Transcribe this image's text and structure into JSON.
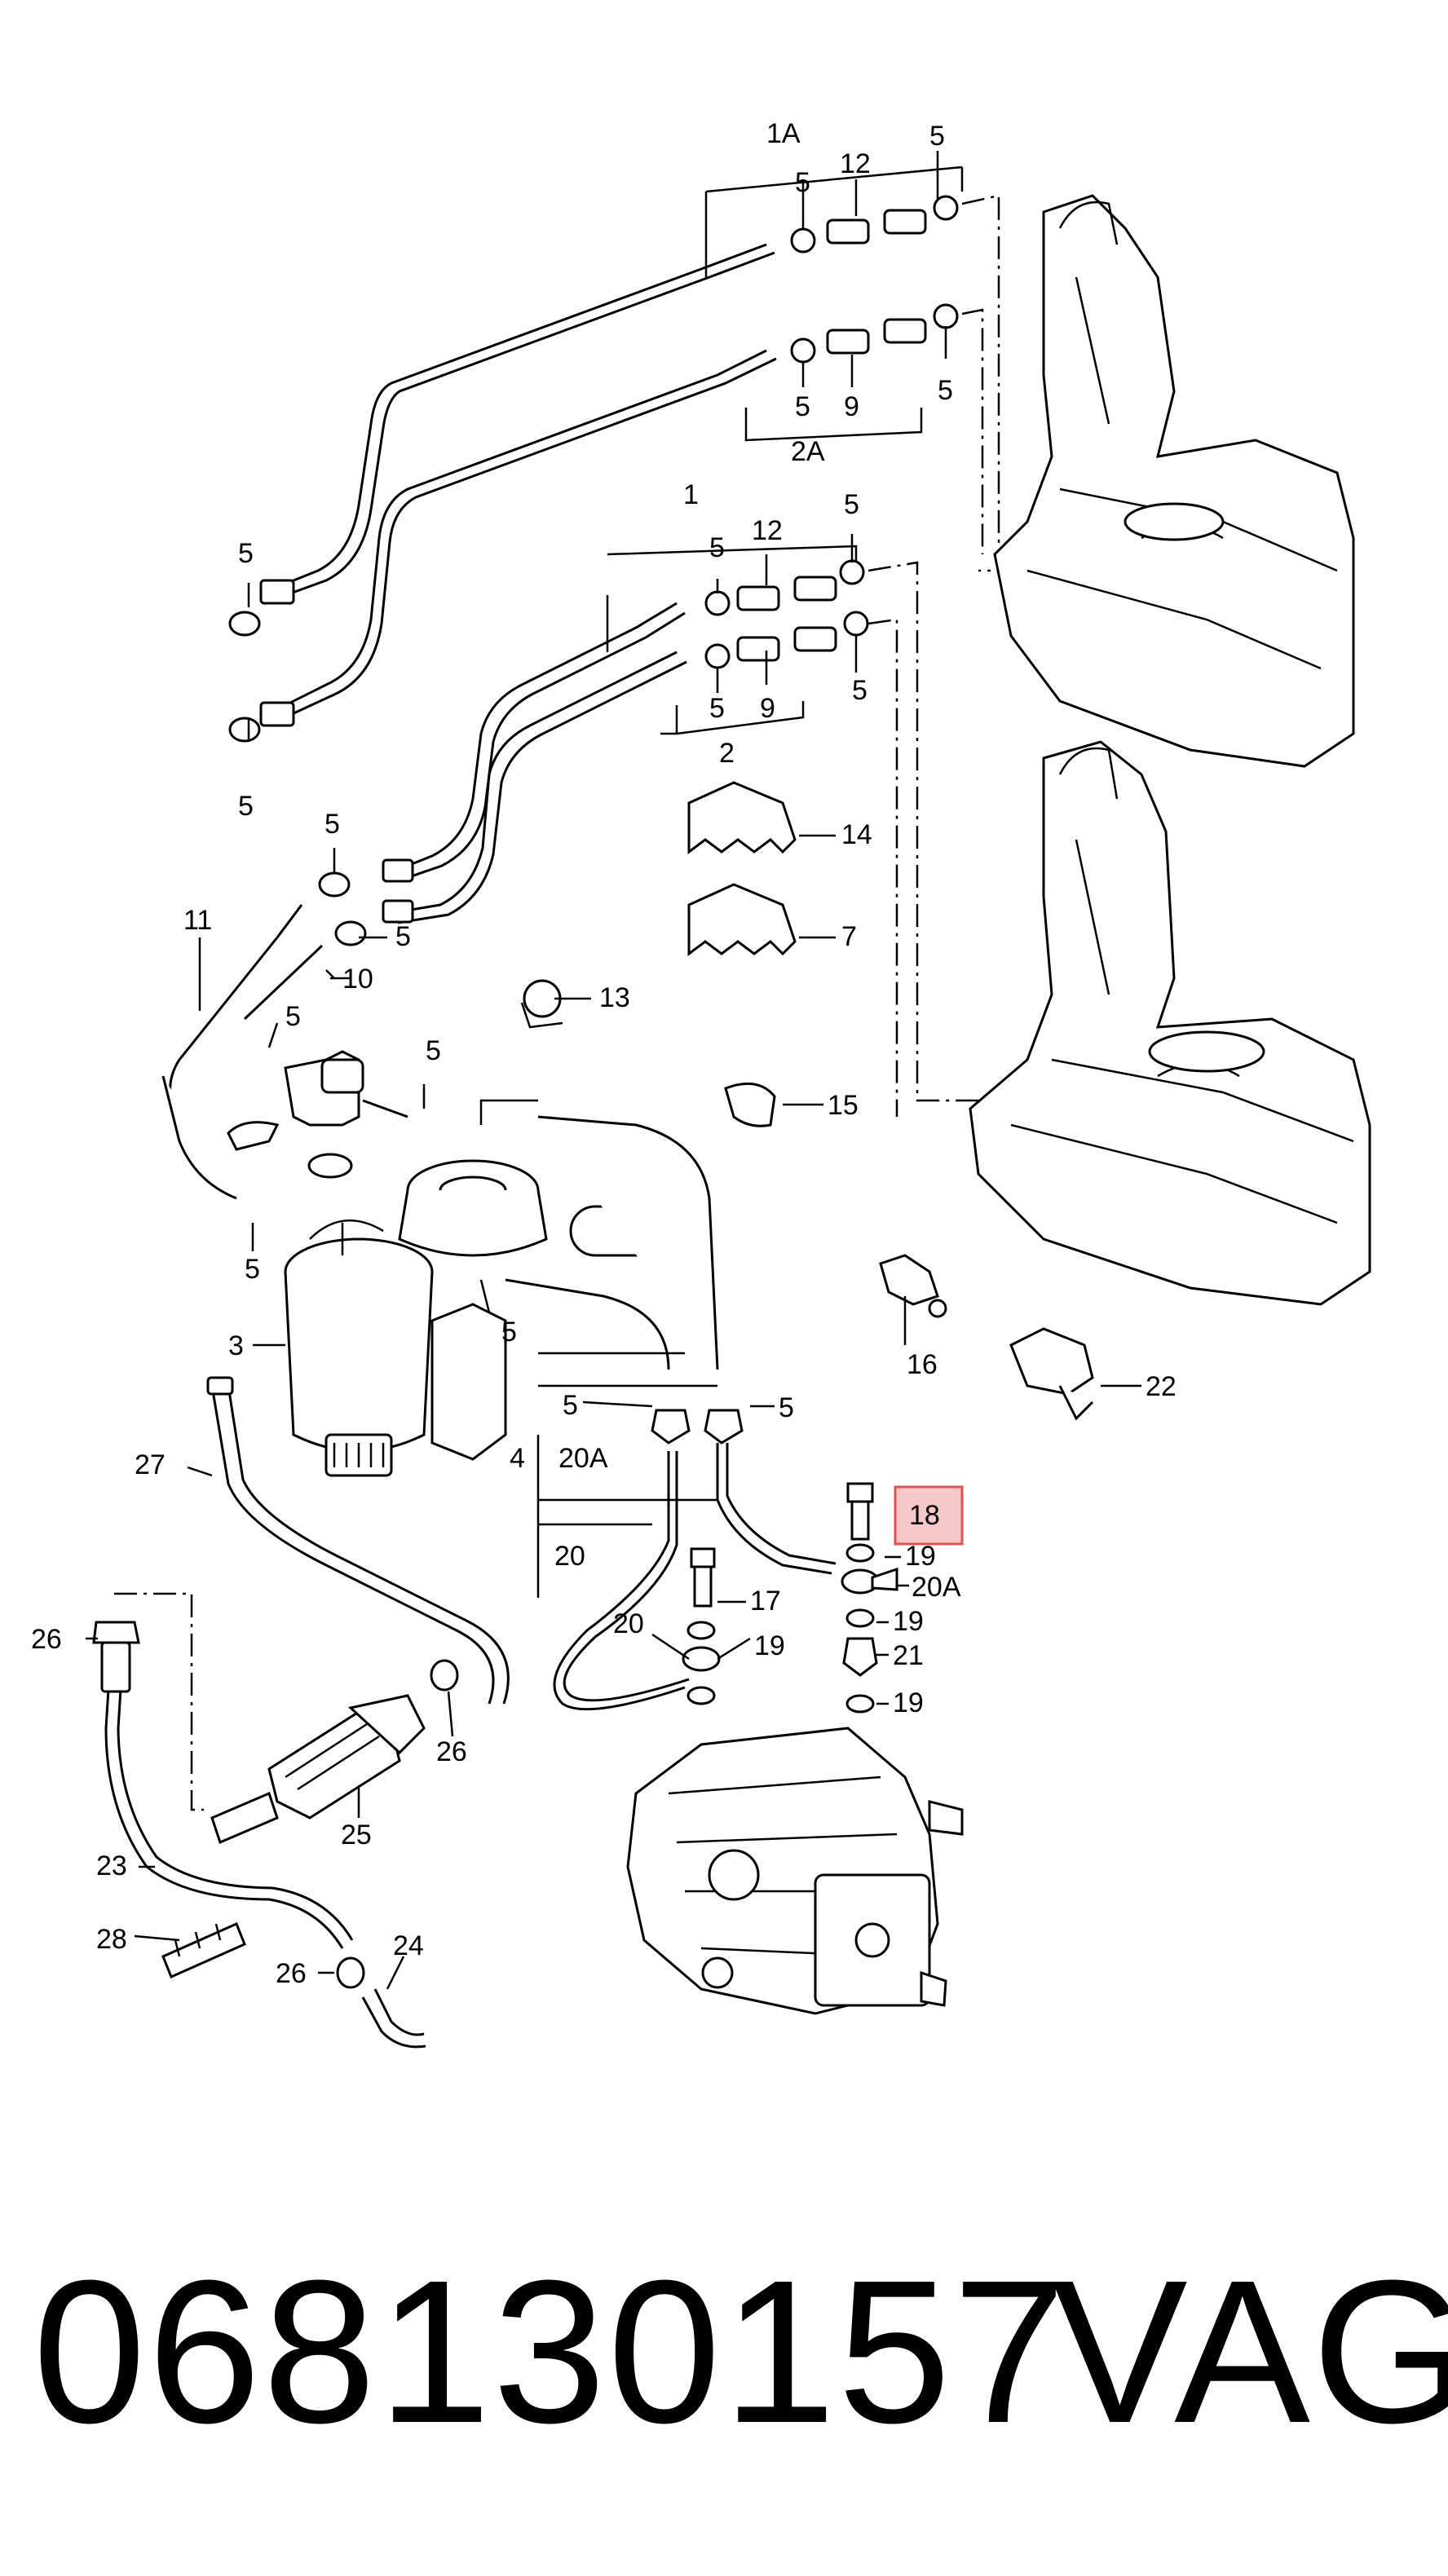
{
  "labels": [
    {
      "id": "c1A",
      "text": "1A"
    },
    {
      "id": "c5a",
      "text": "5"
    },
    {
      "id": "c12a",
      "text": "12"
    },
    {
      "id": "c5b",
      "text": "5"
    },
    {
      "id": "c5c",
      "text": "5"
    },
    {
      "id": "c9a",
      "text": "9"
    },
    {
      "id": "c5d",
      "text": "5"
    },
    {
      "id": "c2A",
      "text": "2A"
    },
    {
      "id": "c5e",
      "text": "5"
    },
    {
      "id": "c1",
      "text": "1"
    },
    {
      "id": "c5f",
      "text": "5"
    },
    {
      "id": "c12b",
      "text": "12"
    },
    {
      "id": "c5g",
      "text": "5"
    },
    {
      "id": "c5h",
      "text": "5"
    },
    {
      "id": "c9b",
      "text": "9"
    },
    {
      "id": "c5i",
      "text": "5"
    },
    {
      "id": "c2",
      "text": "2"
    },
    {
      "id": "c5j",
      "text": "5"
    },
    {
      "id": "c14",
      "text": "14"
    },
    {
      "id": "c7",
      "text": "7"
    },
    {
      "id": "c5k",
      "text": "5"
    },
    {
      "id": "c5l",
      "text": "5"
    },
    {
      "id": "c11",
      "text": "11"
    },
    {
      "id": "c10",
      "text": "10"
    },
    {
      "id": "c13",
      "text": "13"
    },
    {
      "id": "c5m",
      "text": "5"
    },
    {
      "id": "c5n",
      "text": "5"
    },
    {
      "id": "c15",
      "text": "15"
    },
    {
      "id": "c5o",
      "text": "5"
    },
    {
      "id": "c5p",
      "text": "5"
    },
    {
      "id": "c3",
      "text": "3"
    },
    {
      "id": "c16",
      "text": "16"
    },
    {
      "id": "c22",
      "text": "22"
    },
    {
      "id": "c5q",
      "text": "5"
    },
    {
      "id": "c5r",
      "text": "5"
    },
    {
      "id": "c4",
      "text": "4"
    },
    {
      "id": "c20Aa",
      "text": "20A"
    },
    {
      "id": "c27",
      "text": "27"
    },
    {
      "id": "c18",
      "text": "18"
    },
    {
      "id": "c19a",
      "text": "19"
    },
    {
      "id": "c20Ab",
      "text": "20A"
    },
    {
      "id": "c20a",
      "text": "20"
    },
    {
      "id": "c17",
      "text": "17"
    },
    {
      "id": "c19b",
      "text": "19"
    },
    {
      "id": "c20b",
      "text": "20"
    },
    {
      "id": "c19c",
      "text": "19"
    },
    {
      "id": "c21",
      "text": "21"
    },
    {
      "id": "c26a",
      "text": "26"
    },
    {
      "id": "c19d",
      "text": "19"
    },
    {
      "id": "c26b",
      "text": "26"
    },
    {
      "id": "c25",
      "text": "25"
    },
    {
      "id": "c23",
      "text": "23"
    },
    {
      "id": "c28",
      "text": "28"
    },
    {
      "id": "c24",
      "text": "24"
    },
    {
      "id": "c26c",
      "text": "26"
    }
  ],
  "highlighted_label": "18",
  "footer": {
    "part_number": "068130157",
    "brand": "VAG"
  },
  "colors": {
    "line": "#000000",
    "highlight_fill": "#f4c0c0",
    "highlight_border": "#d33333",
    "background": "#ffffff"
  }
}
